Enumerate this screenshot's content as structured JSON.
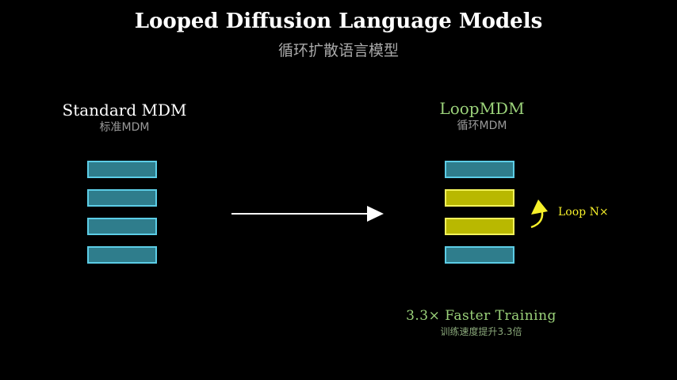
{
  "title": "Looped Diffusion Language Models",
  "subtitle": "循环扩散语言模型",
  "standard": {
    "name": "Standard MDM",
    "subtitle": "标准MDM",
    "layers": [
      "regular",
      "regular",
      "regular",
      "regular"
    ]
  },
  "loop": {
    "name": "LoopMDM",
    "subtitle": "循环MDM",
    "layers": [
      "regular",
      "looped",
      "looped",
      "regular"
    ],
    "loop_label": "Loop N×"
  },
  "footer": {
    "main": "3.3× Faster Training",
    "sub": "训练速度提升3.3倍"
  },
  "colors": {
    "background": "#000000",
    "regular_fill": "#2f7d8c",
    "regular_border": "#5ccde6",
    "looped_fill": "#b9b800",
    "looped_border": "#f3f35a",
    "accent_green": "#9bd27a",
    "accent_yellow": "#f6f02a"
  }
}
